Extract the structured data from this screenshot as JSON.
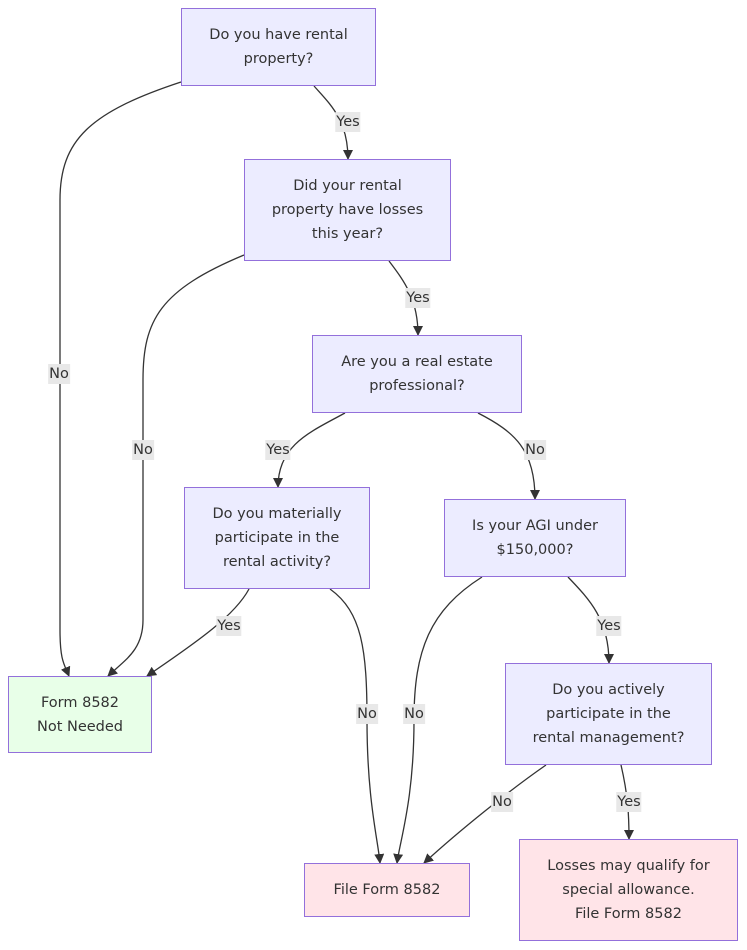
{
  "colors": {
    "question_fill": "#ececff",
    "question_stroke": "#9370db",
    "not_needed_fill": "#e8ffe8",
    "not_needed_stroke": "#9370db",
    "file_fill": "#ffe4e8",
    "file_stroke": "#9370db",
    "edge": "#333333",
    "label_bg": "#e8e8e8"
  },
  "nodes": [
    {
      "id": "q_rental",
      "kind": "question",
      "lines": [
        "Do you have rental",
        "property?"
      ]
    },
    {
      "id": "q_losses",
      "kind": "question",
      "lines": [
        "Did your rental",
        "property have losses",
        "this year?"
      ]
    },
    {
      "id": "q_professional",
      "kind": "question",
      "lines": [
        "Are you a real estate",
        "professional?"
      ]
    },
    {
      "id": "q_material",
      "kind": "question",
      "lines": [
        "Do you materially",
        "participate in the",
        "rental activity?"
      ]
    },
    {
      "id": "q_agi",
      "kind": "question",
      "lines": [
        "Is your AGI under",
        "$150,000?"
      ]
    },
    {
      "id": "q_active",
      "kind": "question",
      "lines": [
        "Do you actively",
        "participate in the",
        "rental management?"
      ]
    },
    {
      "id": "r_not_needed",
      "kind": "not_needed",
      "lines": [
        "Form 8582",
        "Not Needed"
      ]
    },
    {
      "id": "r_file",
      "kind": "file",
      "lines": [
        "File Form 8582"
      ]
    },
    {
      "id": "r_allowance",
      "kind": "file",
      "lines": [
        "Losses may qualify for",
        "special allowance.",
        "File Form 8582"
      ]
    }
  ],
  "edges": [
    {
      "id": "e1",
      "from": "q_rental",
      "to": "r_not_needed",
      "label": "No"
    },
    {
      "id": "e2",
      "from": "q_rental",
      "to": "q_losses",
      "label": "Yes"
    },
    {
      "id": "e3",
      "from": "q_losses",
      "to": "r_not_needed",
      "label": "No"
    },
    {
      "id": "e4",
      "from": "q_losses",
      "to": "q_professional",
      "label": "Yes"
    },
    {
      "id": "e5",
      "from": "q_professional",
      "to": "q_material",
      "label": "Yes"
    },
    {
      "id": "e6",
      "from": "q_professional",
      "to": "q_agi",
      "label": "No"
    },
    {
      "id": "e7",
      "from": "q_material",
      "to": "r_not_needed",
      "label": "Yes"
    },
    {
      "id": "e8",
      "from": "q_material",
      "to": "r_file",
      "label": "No"
    },
    {
      "id": "e9",
      "from": "q_agi",
      "to": "r_file",
      "label": "No"
    },
    {
      "id": "e10",
      "from": "q_agi",
      "to": "q_active",
      "label": "Yes"
    },
    {
      "id": "e11",
      "from": "q_active",
      "to": "r_file",
      "label": "No"
    },
    {
      "id": "e12",
      "from": "q_active",
      "to": "r_allowance",
      "label": "Yes"
    }
  ]
}
